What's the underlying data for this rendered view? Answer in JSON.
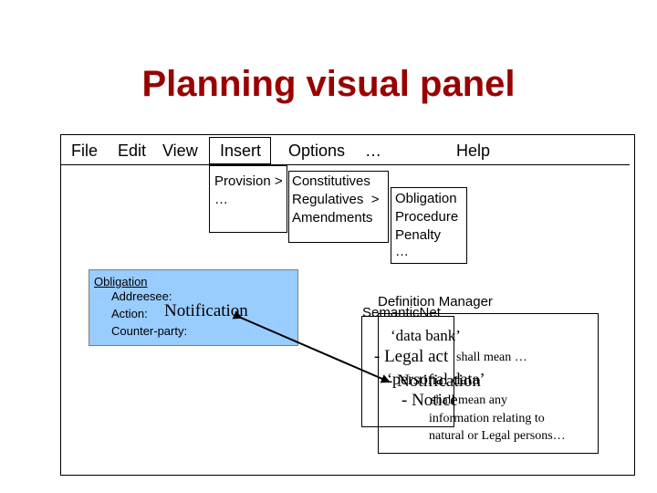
{
  "slide_title": "Planning visual panel",
  "menu": {
    "file": "File",
    "edit": "Edit",
    "view": "View",
    "insert": "Insert",
    "options": "Options",
    "more": "…",
    "help": "Help"
  },
  "insert_submenu": {
    "provision": "Provision >",
    "more": "…"
  },
  "provision_submenu": {
    "constitutives": "Constitutives",
    "regulatives": "Regulatives  >",
    "amendments": "Amendments"
  },
  "regulatives_submenu": {
    "obligation": "Obligation",
    "procedure": "Procedure",
    "penalty": "Penalty",
    "more": "…"
  },
  "obligation_panel": {
    "title": "Obligation",
    "addressee_label": "Addreesee:",
    "action_label": "Action:",
    "action_value": "Notification",
    "counterparty_label": "Counter-party:"
  },
  "definition_manager": {
    "title": "Definition Manager",
    "semanticnet": "SemanticNet",
    "data_bank": "‘data bank’",
    "legal_act_term": "- Legal act",
    "legal_act_def": "shall mean …",
    "personal_data": "‘personal data’",
    "notification": "- Notification",
    "notice": "- Notice",
    "shall_mean_any": "shall mean any",
    "def_line2": "information relating to",
    "def_line3": "natural or Legal persons…"
  }
}
